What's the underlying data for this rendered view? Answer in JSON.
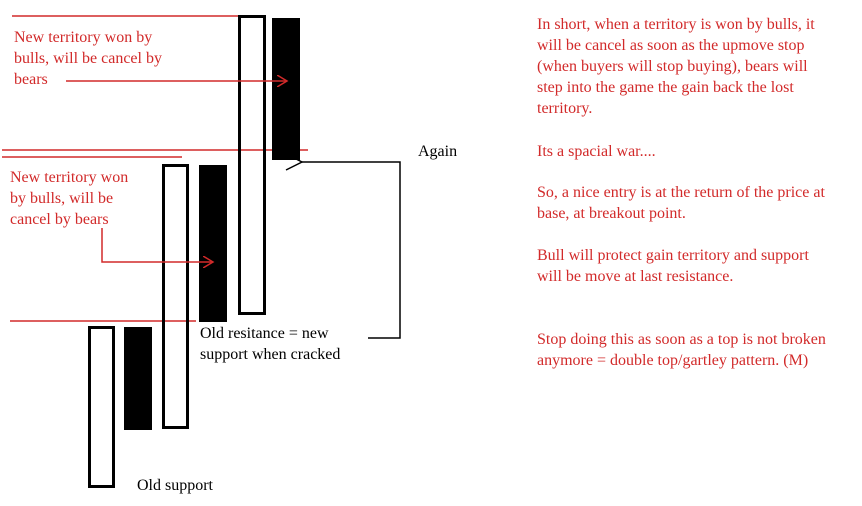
{
  "colors": {
    "annotation": "#d22a2a",
    "ink": "#000000",
    "background": "#ffffff"
  },
  "candles": [
    {
      "name": "candle-hollow-1",
      "kind": "hollow"
    },
    {
      "name": "candle-filled-1",
      "kind": "filled"
    },
    {
      "name": "candle-hollow-2",
      "kind": "hollow"
    },
    {
      "name": "candle-filled-2",
      "kind": "filled"
    },
    {
      "name": "candle-hollow-3",
      "kind": "hollow"
    },
    {
      "name": "candle-filled-3",
      "kind": "filled"
    }
  ],
  "labels": {
    "top_note": "New territory won by\nbulls, will be cancel by\nbears",
    "mid_note": "New territory won\nby bulls, will be\ncancel by bears",
    "again": "Again",
    "old_resistance": "Old resitance = new\nsupport when cracked",
    "old_support": "Old support"
  },
  "explanation": [
    "In short, when a territory is won by bulls, it will be cancel as soon as the upmove stop (when buyers will stop buying), bears will step into the game the gain back the lost territory.",
    "Its a spacial war....",
    "So, a nice entry is at the return of the price at base, at breakout point.",
    "Bull will protect gain territory and support will be move at last resistance.",
    "Stop doing this as soon as a top is not broken anymore = double top/gartley pattern. (M)"
  ]
}
